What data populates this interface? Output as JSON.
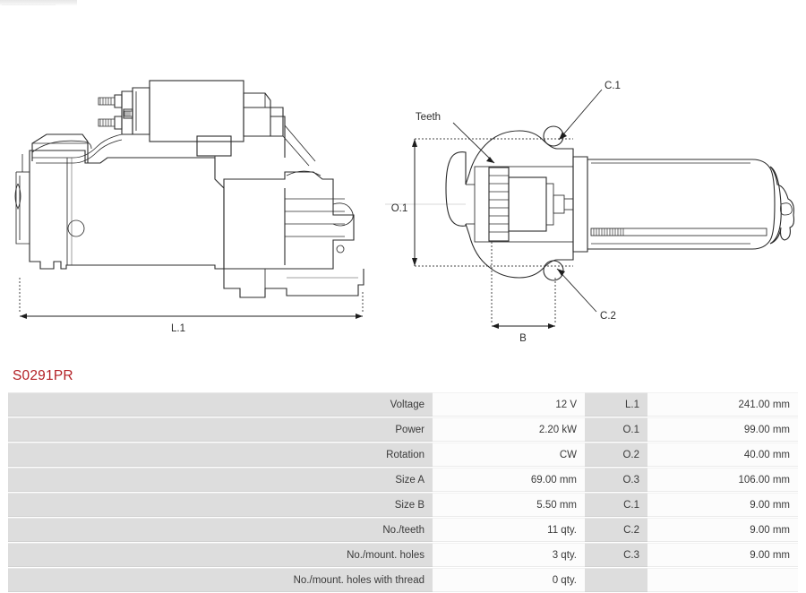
{
  "part": {
    "number": "S0291PR",
    "number_color": "#b32025"
  },
  "drawing": {
    "left_view": {
      "name": "starter-motor-side-view",
      "dimension_labels": [
        "L.1"
      ]
    },
    "right_view": {
      "name": "starter-motor-drive-end-view",
      "dimension_labels": [
        "O.1",
        "B"
      ],
      "callout_labels": [
        "Teeth",
        "C.1",
        "C.2"
      ]
    },
    "labels": {
      "l1": "L.1",
      "o1": "O.1",
      "b": "B",
      "teeth": "Teeth",
      "c1": "C.1",
      "c2": "C.2"
    }
  },
  "spec_table": {
    "rows": [
      {
        "label": "Voltage",
        "value": "12 V",
        "label2": "L.1",
        "value2": "241.00 mm"
      },
      {
        "label": "Power",
        "value": "2.20 kW",
        "label2": "O.1",
        "value2": "99.00 mm"
      },
      {
        "label": "Rotation",
        "value": "CW",
        "label2": "O.2",
        "value2": "40.00 mm"
      },
      {
        "label": "Size A",
        "value": "69.00 mm",
        "label2": "O.3",
        "value2": "106.00 mm"
      },
      {
        "label": "Size B",
        "value": "5.50 mm",
        "label2": "C.1",
        "value2": "9.00 mm"
      },
      {
        "label": "No./teeth",
        "value": "11 qty.",
        "label2": "C.2",
        "value2": "9.00 mm"
      },
      {
        "label": "No./mount. holes",
        "value": "3 qty.",
        "label2": "C.3",
        "value2": "9.00 mm"
      },
      {
        "label": "No./mount. holes with thread",
        "value": "0 qty.",
        "label2": "",
        "value2": ""
      }
    ]
  }
}
